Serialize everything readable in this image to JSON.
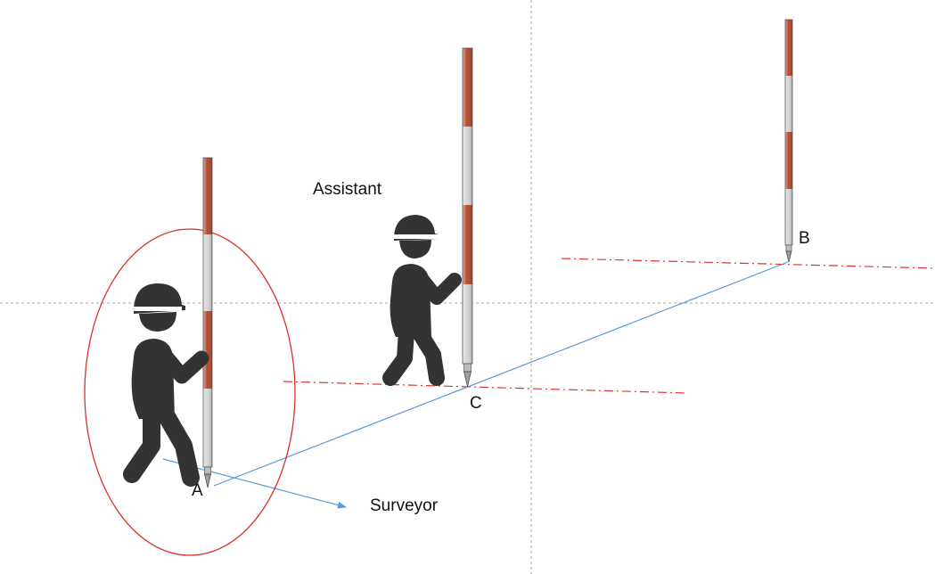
{
  "labels": {
    "point_a": "A",
    "point_b": "B",
    "point_c": "C",
    "assistant": "Assistant",
    "surveyor": "Surveyor"
  },
  "colors": {
    "guide_lines": "#a6a6a6",
    "sight_line": "#5b9bd5",
    "red_dashdot": "#e0332f",
    "ellipse": "#d9312b",
    "pole_red": "#b24a2c",
    "pole_white": "#d4d4d4",
    "figure": "#333333",
    "helmet_band": "#ffffff"
  },
  "icons": {
    "person": "construction-worker-icon",
    "pole": "ranging-pole-icon"
  }
}
